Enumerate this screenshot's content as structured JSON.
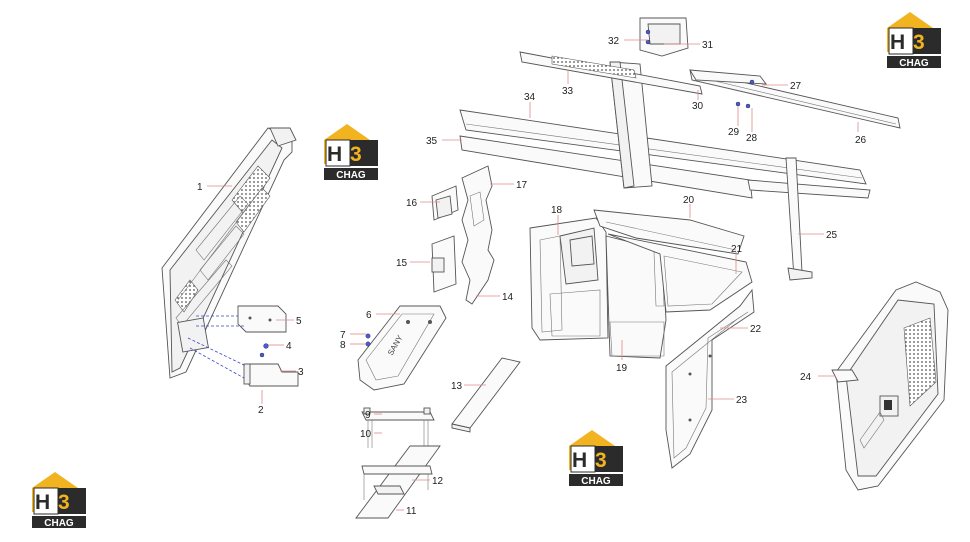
{
  "brand": {
    "mark": "H3",
    "word": "CHAG",
    "colors": {
      "gold": "#f2b321",
      "dark": "#2b2b2b",
      "white": "#ffffff"
    }
  },
  "callouts": {
    "c1": "1",
    "c2": "2",
    "c3": "3",
    "c4": "4",
    "c5": "5",
    "c6": "6",
    "c7": "7",
    "c8": "8",
    "c9": "9",
    "c10": "10",
    "c11": "11",
    "c12": "12",
    "c13": "13",
    "c14": "14",
    "c15": "15",
    "c16": "16",
    "c17": "17",
    "c18": "18",
    "c19": "19",
    "c20": "20",
    "c21": "21",
    "c22": "22",
    "c23": "23",
    "c24": "24",
    "c25": "25",
    "c26": "26",
    "c27": "27",
    "c28": "28",
    "c29": "29",
    "c30": "30",
    "c31": "31",
    "c32": "32",
    "c33": "33",
    "c34": "34",
    "c35": "35"
  },
  "colors": {
    "leader": "#e08a8a",
    "bolt": "#4a5ad8",
    "dash": "#3a46c8"
  }
}
